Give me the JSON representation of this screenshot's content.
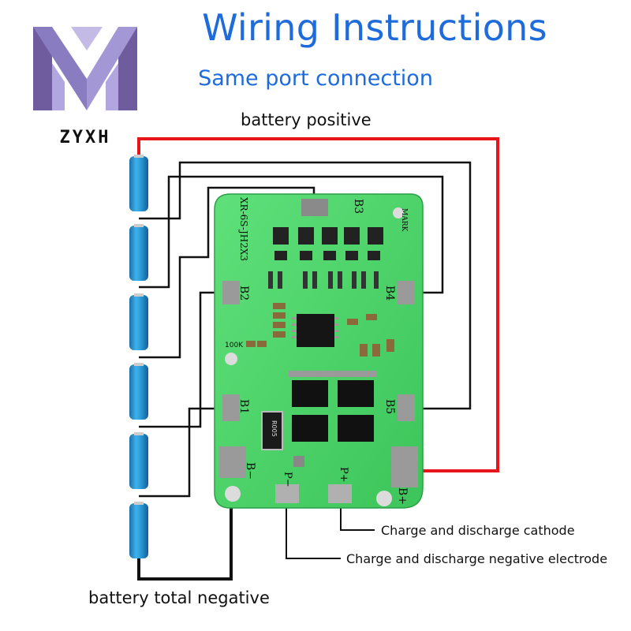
{
  "header": {
    "title": "Wiring Instructions",
    "subtitle": "Same port connection",
    "logo_text": "ZYXH"
  },
  "labels": {
    "battery_positive": "battery positive",
    "battery_total_negative": "battery total negative",
    "charge_discharge_cathode": "Charge and discharge cathode",
    "charge_discharge_negative": "Charge and discharge negative electrode"
  },
  "board": {
    "model": "XR-6S-JH2X3",
    "mark": "MARK",
    "resistor_label": "100K",
    "shunt_code": "R005",
    "pads": {
      "b1": "B1",
      "b2": "B2",
      "b3": "B3",
      "b4": "B4",
      "b5": "B5",
      "b_minus": "B−",
      "b_plus": "B+",
      "p_minus": "P−",
      "p_plus": "P+"
    }
  },
  "colors": {
    "title_blue": "#1e6bdb",
    "wire_red": "#e8141c",
    "wire_black": "#111111",
    "pcb_green": "#4fd46a",
    "cell_blue": "#2a9ad8"
  }
}
